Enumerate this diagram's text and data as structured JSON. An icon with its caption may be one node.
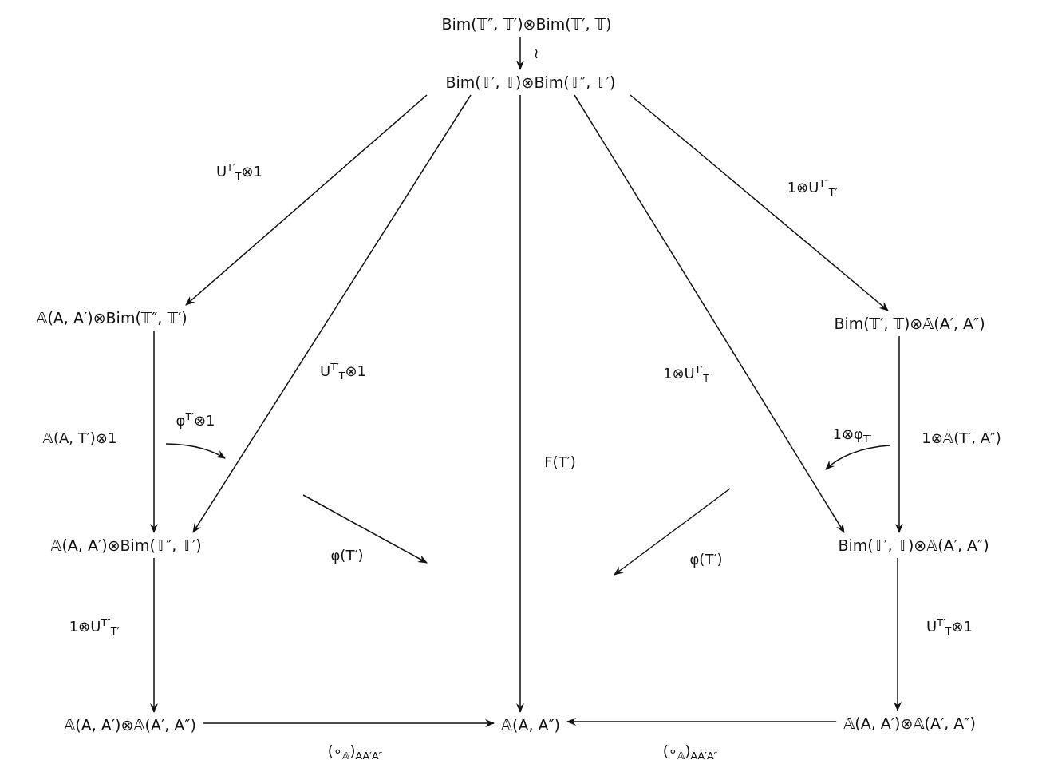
{
  "diagram": {
    "nodes": [
      {
        "text": [
          "Bim(𝕋″, 𝕋′)⊗Bim(𝕋′, 𝕋)"
        ]
      },
      {
        "text": [
          "Bim(𝕋′, 𝕋)⊗Bim(𝕋″, 𝕋′)"
        ]
      },
      {
        "text": [
          "𝔸(A, A′)⊗Bim(𝕋″, 𝕋′)"
        ]
      },
      {
        "text": [
          "Bim(𝕋′, 𝕋)⊗𝔸(A′, A″)"
        ]
      },
      {
        "text": [
          "𝔸(A, A′)⊗Bim(𝕋″, 𝕋′)"
        ]
      },
      {
        "text": [
          "Bim(𝕋′, 𝕋)⊗𝔸(A′, A″)"
        ]
      },
      {
        "text": [
          "𝔸(A, A′)⊗𝔸(A′, A″)"
        ]
      },
      {
        "text": [
          "𝔸(A, A″)"
        ]
      },
      {
        "text": [
          "𝔸(A, A′)⊗𝔸(A′, A″)"
        ]
      }
    ],
    "edges": [
      {
        "from": 0,
        "to": 1,
        "arrow": "to",
        "label": "≀"
      },
      {
        "from": 1,
        "to": 2,
        "arrow": "to",
        "label": "U$^{T′}$$_{T}$⊗1"
      },
      {
        "from": 1,
        "to": 4,
        "arrow": "to",
        "label": "U$^{T′}$$_{T}$⊗1"
      },
      {
        "from": 1,
        "to": 7,
        "arrow": "to",
        "label": "F(T′)"
      },
      {
        "from": 1,
        "to": 5,
        "arrow": "to",
        "label": "1⊗U$^{T′}$$_{T}$"
      },
      {
        "from": 1,
        "to": 3,
        "arrow": "to",
        "label": "1⊗U$^{T″}$$_{T′}$"
      },
      {
        "from": 2,
        "to": 4,
        "arrow": "to",
        "label": "𝔸(A, T′)⊗1"
      },
      {
        "from": 3,
        "to": 5,
        "arrow": "to",
        "label": "1⊗𝔸(T′, A″)"
      },
      {
        "from": 4,
        "to": 6,
        "arrow": "to",
        "label": "1⊗U$^{T″}$$_{T′}$"
      },
      {
        "from": 5,
        "to": 8,
        "arrow": "to",
        "label": "U$^{T′}$$_{T}$⊗1"
      },
      {
        "from": 6,
        "to": 7,
        "arrow": "to",
        "label": "(∘$_{𝔸}$)$_{AA′A″}$"
      },
      {
        "from": 8,
        "to": 7,
        "arrow": "to",
        "label": "(∘$_{𝔸}$)$_{AA′A″}$"
      }
    ],
    "labels": [
      "φ$^{T′}$⊗1",
      "1⊗φ$_{T′}$",
      "φ(T′)",
      "φ(T′)"
    ]
  }
}
